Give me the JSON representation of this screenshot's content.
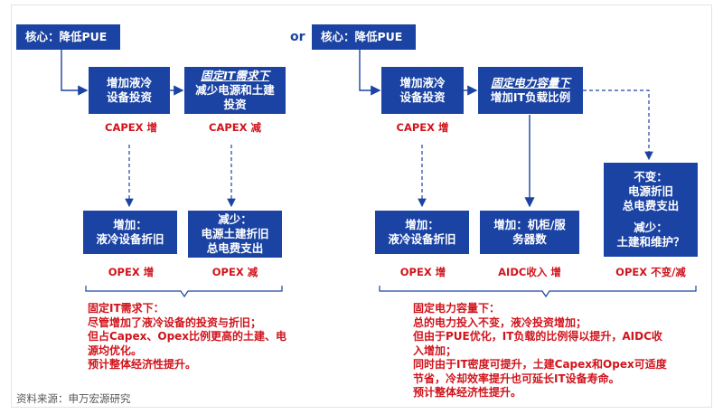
{
  "left": {
    "core": "核心：降低PUE",
    "box_cooling": [
      "增加液冷",
      "设备投资"
    ],
    "box_fixed_it": {
      "italic": "固定IT需求下",
      "lines": [
        "减少电源和土建",
        "投资"
      ]
    },
    "capex_up": "CAPEX 增",
    "capex_down": "CAPEX 减",
    "box_dep_up": [
      "增加：",
      "液冷设备折旧"
    ],
    "box_dep_down": [
      "减少：",
      "电源土建折旧",
      "总电费支出"
    ],
    "opex_up": "OPEX 增",
    "opex_down": "OPEX 减",
    "note": [
      "固定IT需求下：",
      "尽管增加了液冷设备的投资与折旧；",
      "但占Capex、Opex比例更高的土建、电",
      "源均优化。",
      "预计整体经济性提升。"
    ]
  },
  "or_label": "or",
  "right": {
    "core": "核心：降低PUE",
    "box_cooling": [
      "增加液冷",
      "设备投资"
    ],
    "box_fixed_power": {
      "italic": "固定电力容量下",
      "lines": [
        "增加IT负载比例"
      ]
    },
    "capex_up": "CAPEX 增",
    "box_dep_up": [
      "增加：",
      "液冷设备折旧"
    ],
    "box_cabinet": [
      "增加：机柜/服",
      "务器数"
    ],
    "box_unchanged": [
      "不变：",
      "电源折旧",
      "总电费支出",
      "",
      "减少：",
      "土建和维护？"
    ],
    "opex_up": "OPEX 增",
    "aidc_up": "AIDC收入 增",
    "opex_unchanged": "OPEX 不变/减",
    "note": [
      "固定电力容量下：",
      "总的电力投入不变，液冷投资增加；",
      "但由于PUE优化，IT负载的比例得以提升，AIDC收",
      "入增加；",
      "同时由于IT密度可提升，土建Capex和Opex可适度",
      "节省，冷却效率提升也可延长IT设备寿命。",
      "预计整体经济性提升。"
    ]
  },
  "source": "资料来源：申万宏源研究",
  "colors": {
    "box": "#1b43a3",
    "label": "#d0141c",
    "line": "#1b43a3"
  }
}
